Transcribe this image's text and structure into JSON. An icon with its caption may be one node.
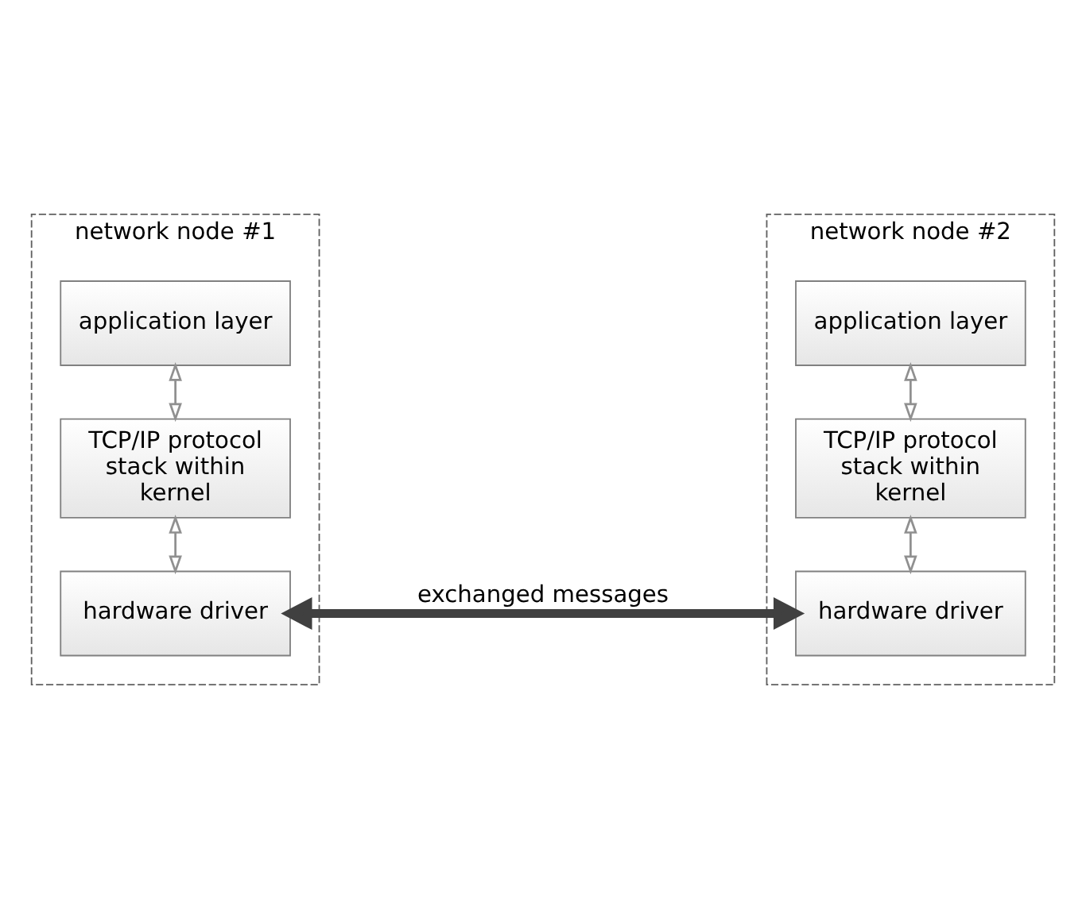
{
  "diagram": {
    "nodes": [
      {
        "text": [
          "network node #1"
        ]
      },
      {
        "text": [
          "application layer"
        ],
        "in": 0
      },
      {
        "text": [
          "TCP/IP protocol stack within kernel"
        ],
        "in": 0
      },
      {
        "text": [
          "hardware driver"
        ],
        "in": 0
      },
      {
        "text": [
          "network node #2"
        ]
      },
      {
        "text": [
          "application layer"
        ],
        "in": 4
      },
      {
        "text": [
          "TCP/IP protocol stack within kernel"
        ],
        "in": 4
      },
      {
        "text": [
          "hardware driver"
        ],
        "in": 4
      }
    ],
    "edges": [
      {
        "from": 1,
        "to": 2,
        "arrow": "both"
      },
      {
        "from": 2,
        "to": 3,
        "arrow": "both"
      },
      {
        "from": 5,
        "to": 6,
        "arrow": "both"
      },
      {
        "from": 6,
        "to": 7,
        "arrow": "both"
      },
      {
        "from": 3,
        "to": 7,
        "arrow": "both",
        "label": "exchanged messages",
        "style": "thick",
        "color": "#404040"
      }
    ]
  }
}
